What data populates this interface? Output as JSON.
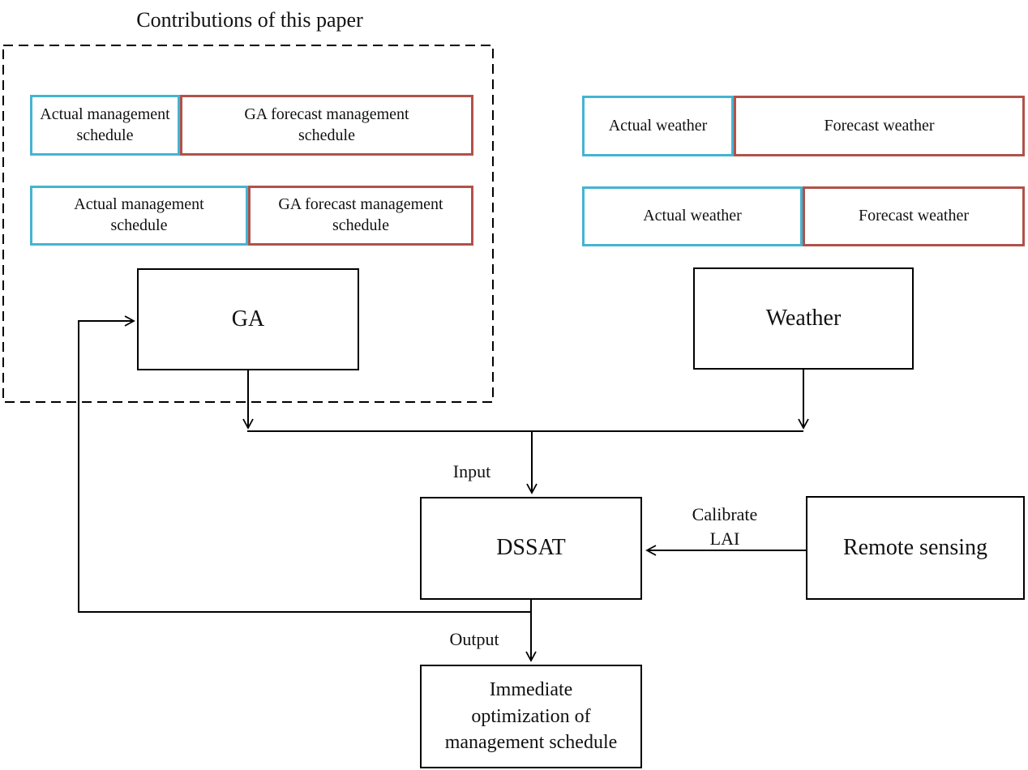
{
  "title": "Contributions of this paper",
  "colors": {
    "actual_border": "#45b4d2",
    "forecast_border": "#b0524a",
    "line": "#000000"
  },
  "contributions": {
    "rows": [
      {
        "actual": {
          "lines": [
            "Actual management",
            "schedule"
          ]
        },
        "forecast": {
          "lines": [
            "GA forecast management",
            "schedule"
          ]
        }
      },
      {
        "actual": {
          "lines": [
            "Actual management",
            "schedule"
          ]
        },
        "forecast": {
          "lines": [
            "GA forecast management",
            "schedule"
          ]
        }
      }
    ]
  },
  "weather_inputs": {
    "rows": [
      {
        "actual": "Actual weather",
        "forecast": "Forecast weather"
      },
      {
        "actual": "Actual weather",
        "forecast": "Forecast weather"
      }
    ]
  },
  "nodes": {
    "ga": "GA",
    "weather": "Weather",
    "dssat": "DSSAT",
    "remote_sensing": "Remote sensing",
    "output": {
      "lines": [
        "Immediate",
        "optimization of",
        "management schedule"
      ]
    }
  },
  "edge_labels": {
    "input": "Input",
    "output": "Output",
    "calibrate": {
      "lines": [
        "Calibrate",
        "LAI"
      ]
    }
  }
}
